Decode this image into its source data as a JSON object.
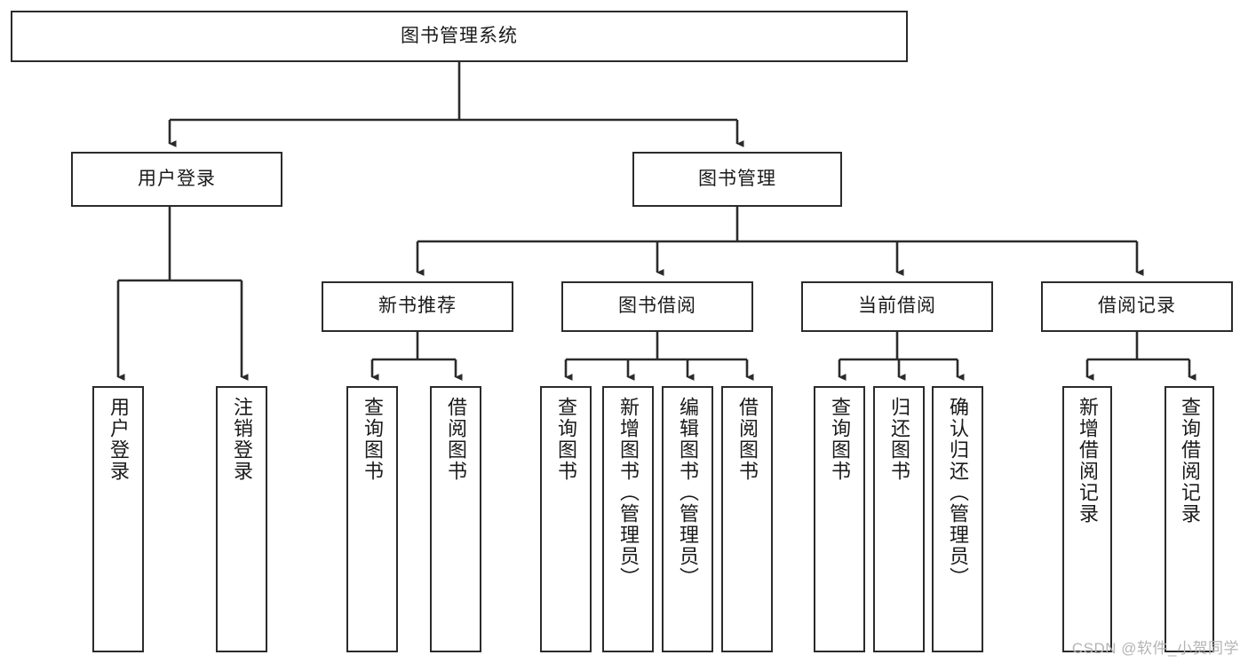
{
  "diagram": {
    "title": "图书管理系统",
    "type": "tree-hierarchy-chart",
    "root": {
      "id": "root",
      "label": "图书管理系统"
    },
    "level2": [
      {
        "id": "user-login",
        "label": "用户登录"
      },
      {
        "id": "book-manage",
        "label": "图书管理"
      }
    ],
    "level3": [
      {
        "id": "new-book-recommend",
        "label": "新书推荐",
        "parent": "book-manage"
      },
      {
        "id": "book-borrow",
        "label": "图书借阅",
        "parent": "book-manage"
      },
      {
        "id": "current-borrow",
        "label": "当前借阅",
        "parent": "book-manage"
      },
      {
        "id": "borrow-record",
        "label": "借阅记录",
        "parent": "book-manage"
      }
    ],
    "leaves": [
      {
        "id": "leaf-user-login",
        "label": "用户登录",
        "parent": "user-login"
      },
      {
        "id": "leaf-logout-login",
        "label": "注销登录",
        "parent": "user-login"
      },
      {
        "id": "leaf-query-book-1",
        "label": "查询图书",
        "parent": "new-book-recommend"
      },
      {
        "id": "leaf-borrow-book-1",
        "label": "借阅图书",
        "parent": "new-book-recommend"
      },
      {
        "id": "leaf-query-book-2",
        "label": "查询图书",
        "parent": "book-borrow"
      },
      {
        "id": "leaf-add-book",
        "label": "新增图书（管理员）",
        "parent": "book-borrow"
      },
      {
        "id": "leaf-edit-book",
        "label": "编辑图书（管理员）",
        "parent": "book-borrow"
      },
      {
        "id": "leaf-borrow-book-2",
        "label": "借阅图书",
        "parent": "book-borrow"
      },
      {
        "id": "leaf-query-book-3",
        "label": "查询图书",
        "parent": "current-borrow"
      },
      {
        "id": "leaf-return-book",
        "label": "归还图书",
        "parent": "current-borrow"
      },
      {
        "id": "leaf-confirm-return",
        "label": "确认归还（管理员）",
        "parent": "current-borrow"
      },
      {
        "id": "leaf-add-record",
        "label": "新增借阅记录",
        "parent": "borrow-record"
      },
      {
        "id": "leaf-query-record",
        "label": "查询借阅记录",
        "parent": "borrow-record"
      }
    ]
  },
  "watermark": {
    "text": "CSDN @软件_小贺同学"
  },
  "colors": {
    "stroke": "#2b2b2b",
    "background": "#ffffff",
    "text": "#1a1a1a",
    "watermark": "#b4b4b4"
  }
}
